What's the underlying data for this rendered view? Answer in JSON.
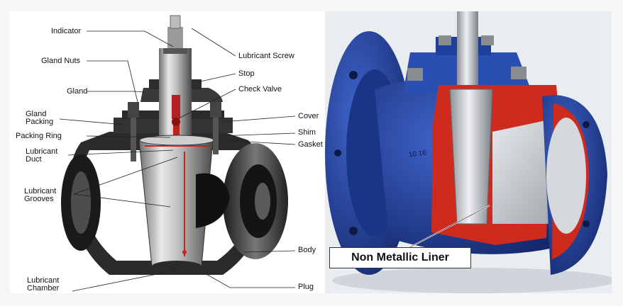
{
  "labels": {
    "indicator": "Indicator",
    "gland_nuts": "Gland Nuts",
    "gland": "Gland",
    "gland_packing": "Gland\nPacking",
    "packing_ring": "Packing Ring",
    "lubricant_duct": "Lubricant\nDuct",
    "lubricant_grooves": "Lubricant\nGrooves",
    "lubricant_chamber": "Lubricant\nChamber",
    "lubricant_screw": "Lubricant Screw",
    "stop": "Stop",
    "check_valve": "Check Valve",
    "cover": "Cover",
    "shim": "Shim",
    "gasket": "Gasket",
    "body": "Body",
    "plug": "Plug"
  },
  "photo": {
    "liner_label": "Non Metallic Liner",
    "flange_marking": "10 16"
  },
  "colors": {
    "body_blue": "#1f3f9c",
    "lining_red": "#cf2a1e",
    "lubricant_red": "#c0201a",
    "metal": "#b9bec6"
  }
}
